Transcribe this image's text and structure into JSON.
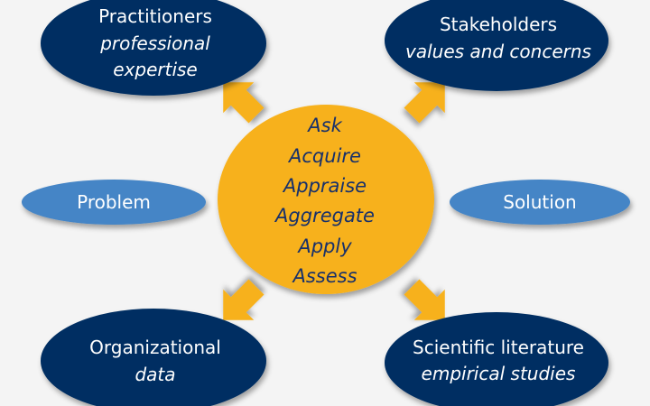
{
  "colors": {
    "navy": "#002f62",
    "gold": "#f7b11b",
    "blue": "#4585c6",
    "background": "#f4f4f4",
    "center_text": "#17306b"
  },
  "center": {
    "steps": [
      "Ask",
      "Acquire",
      "Appraise",
      "Aggregate",
      "Apply",
      "Assess"
    ]
  },
  "nodes": {
    "practitioners": {
      "title": "Practitioners",
      "subtitle_1": "professional",
      "subtitle_2": "expertise"
    },
    "stakeholders": {
      "title": "Stakeholders",
      "subtitle_1": "values and concerns"
    },
    "organizational": {
      "title": "Organizational",
      "subtitle_1": "data"
    },
    "scientific": {
      "title": "Scientific literature",
      "subtitle_1": "empirical studies"
    }
  },
  "problem": "Problem",
  "solution": "Solution"
}
